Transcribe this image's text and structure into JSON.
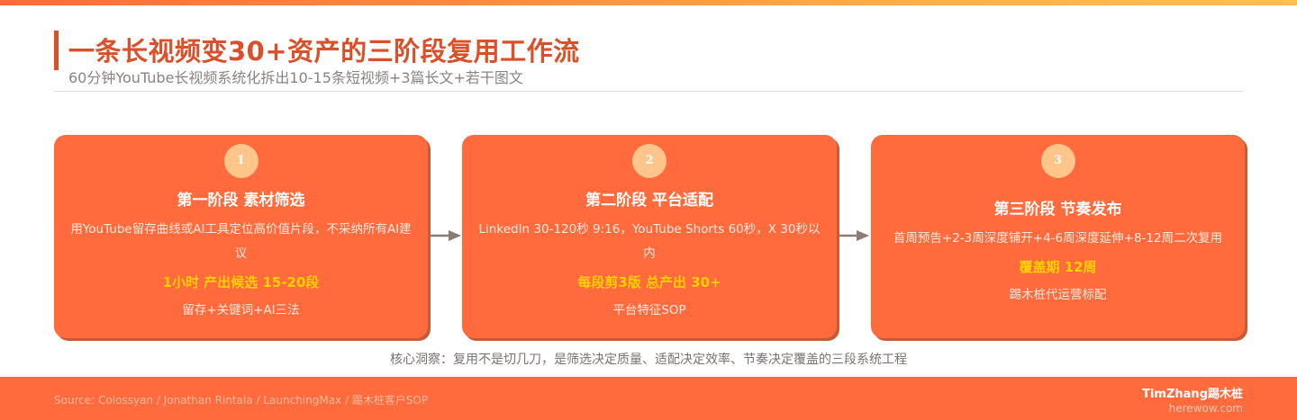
{
  "header": {
    "title": "一条长视频变30+资产的三阶段复用工作流",
    "subtitle": "60分钟YouTube长视频系统化拆出10-15条短视频+3篇长文+若干图文"
  },
  "stages": [
    {
      "number": "1",
      "title": "第一阶段 素材筛选",
      "description": "用YouTube留存曲线或AI工具定位高价值片段，不采纳所有AI建议",
      "highlight": "1小时 产出候选 15-20段",
      "note": "留存+关键词+AI三法"
    },
    {
      "number": "2",
      "title": "第二阶段 平台适配",
      "description": "LinkedIn 30-120秒 9:16，YouTube Shorts 60秒，X 30秒以内",
      "highlight": "每段剪3版 总产出 30+",
      "note": "平台特征SOP"
    },
    {
      "number": "3",
      "title": "第三阶段 节奏发布",
      "description": "首周预告+2-3周深度铺开+4-6周深度延伸+8-12周二次复用",
      "highlight": "覆盖期 12周",
      "note": "踢木桩代运营标配"
    }
  ],
  "connectors": [
    {
      "from": "1",
      "to": "2",
      "icon": "arrow-right-icon"
    },
    {
      "from": "2",
      "to": "3",
      "icon": "arrow-right-icon"
    }
  ],
  "insight": "核心洞察：复用不是切几刀，是筛选决定质量、适配决定效率、节奏决定覆盖的三段系统工程",
  "footer": {
    "source": "Source: Colossyan / Jonathan Rintala / LaunchingMax / 踢木桩客户SOP",
    "brand_name": "TimZhang踢木桩",
    "brand_url": "herewow.com"
  },
  "colors": {
    "accent": "#FF6B3D",
    "title": "#D9502A",
    "highlight": "#FFD000",
    "badge": "#FFC58A",
    "card_shadow": "#C85A36",
    "arrow": "#8C7A75"
  }
}
